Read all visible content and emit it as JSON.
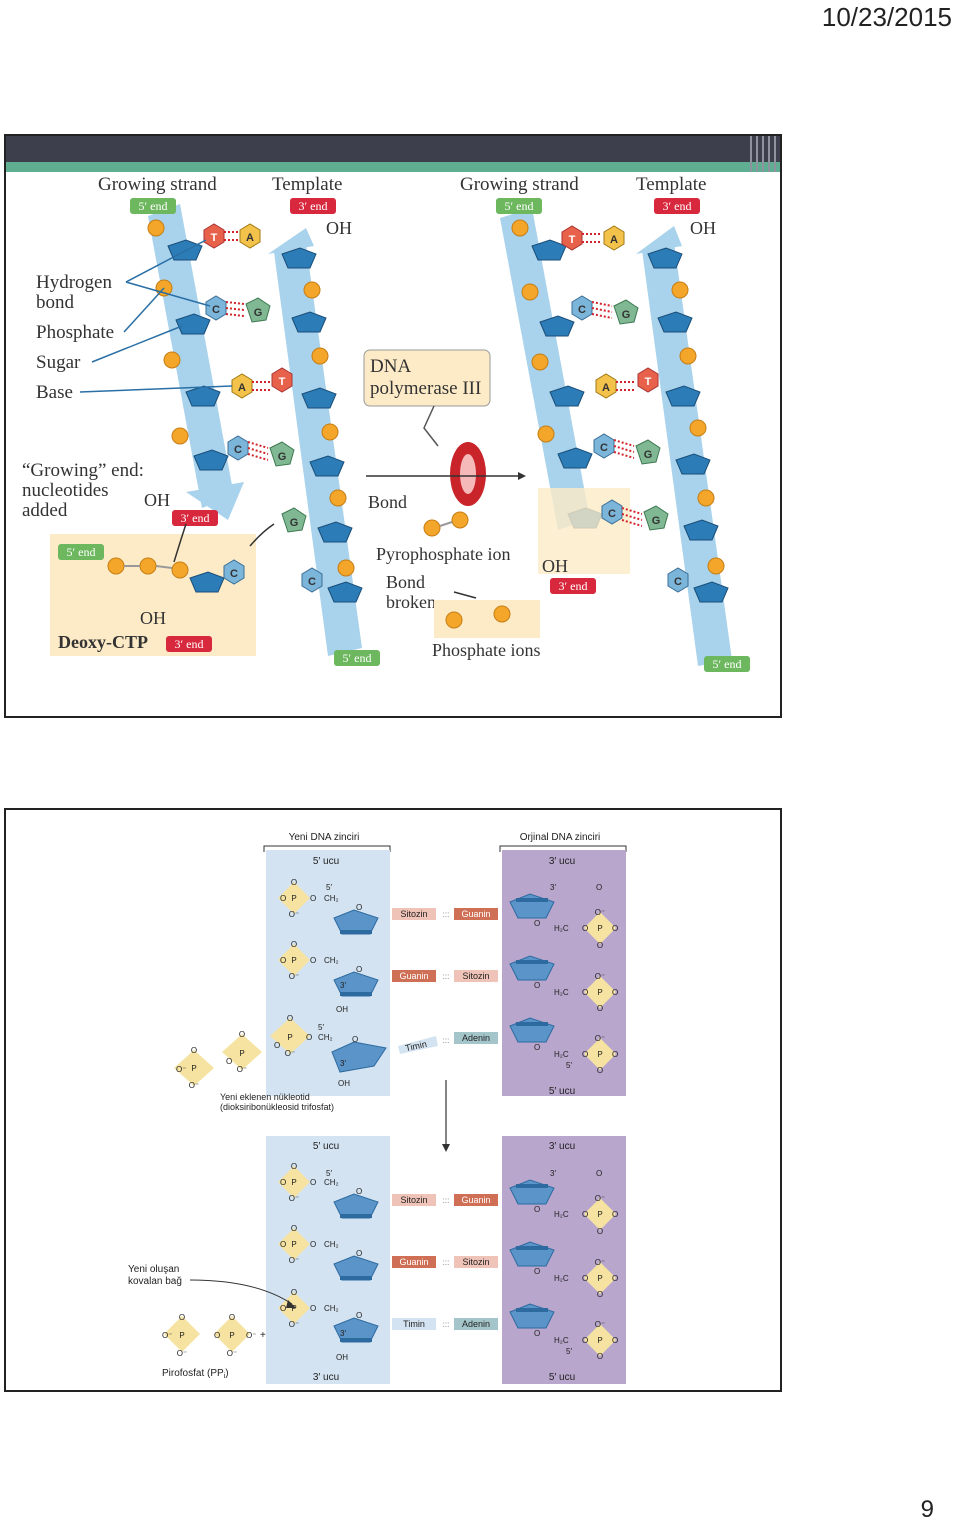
{
  "header": {
    "date": "10/23/2015"
  },
  "footer": {
    "page_number": "9"
  },
  "slide1": {
    "growing_strand": "Growing strand",
    "template": "Template",
    "five_end": "5′ end",
    "three_end": "3′ end",
    "oh": "OH",
    "legend": {
      "hydrogen_bond_l1": "Hydrogen",
      "hydrogen_bond_l2": "bond",
      "phosphate": "Phosphate",
      "sugar": "Sugar",
      "base": "Base"
    },
    "growing_end_l1": "“Growing” end:",
    "growing_end_l2": "nucleotides",
    "growing_end_l3": "added",
    "dna_pol_l1": "DNA",
    "dna_pol_l2": "polymerase III",
    "bond": "Bond",
    "pyrophosphate_ion": "Pyrophosphate ion",
    "bond_broken_l1": "Bond",
    "bond_broken_l2": "broken",
    "phosphate_ions": "Phosphate ions",
    "deoxy_ctp": "Deoxy-CTP",
    "bases": {
      "t": "T",
      "a": "A",
      "c": "C",
      "g": "G"
    }
  },
  "slide2": {
    "new_strand": "Yeni DNA zinciri",
    "orig_strand": "Orjinal DNA zinciri",
    "five_ucu": "5′ ucu",
    "three_ucu": "3′ ucu",
    "sitozin": "Sitozin",
    "guanin": "Guanin",
    "timin": "Timin",
    "adenin": "Adenin",
    "new_nucleotide_l1": "Yeni eklenen nükleotid",
    "new_nucleotide_l2": "(dioksiribonükleosid trifosfat)",
    "covalent_l1": "Yeni oluşan",
    "covalent_l2": "kovalan bağ",
    "pyrophosphate": "Pirofosfat (PP",
    "pyrophosphate_sub": "i",
    "pyrophosphate_close": ")",
    "atoms": {
      "o": "O",
      "p": "P",
      "o_minus": "O⁻",
      "ch2": "CH₂",
      "h2c": "H₂C",
      "oh": "OH",
      "p5": "5′",
      "p3": "3′",
      "plus": "+"
    }
  },
  "colors": {
    "strand_blue": "#a9d3ec",
    "phosphate_orange": "#f4a62a",
    "sugar_blue": "#2c7cb8",
    "t_red": "#e8614a",
    "a_yellow": "#f2c24a",
    "c_blue": "#7cb5da",
    "g_green": "#7fb893",
    "hbond_red": "#d2232a",
    "label_green": "#6db75e",
    "label_red": "#d8283d",
    "box_peach": "#fdebc7",
    "new_strand_bg": "#d4e3f1",
    "orig_strand_bg": "#b9a6cd",
    "phos_diamond": "#f6e3a1",
    "sitozin_pink": "#efc3b7",
    "guanin_red": "#cf6f55",
    "adenin_teal": "#a4c6cb"
  }
}
